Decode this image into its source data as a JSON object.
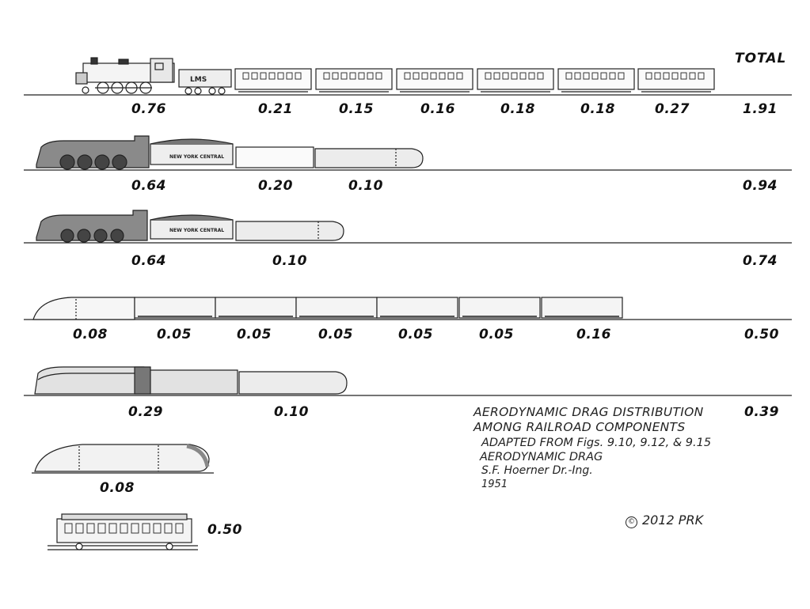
{
  "header": {
    "total_label": "TOTAL"
  },
  "rows": [
    {
      "labels": [
        "0.76",
        "0.21",
        "0.15",
        "0.16",
        "0.18",
        "0.18",
        "0.27"
      ],
      "total": "1.91"
    },
    {
      "labels": [
        "0.64",
        "0.20",
        "0.10"
      ],
      "total": "0.94"
    },
    {
      "labels": [
        "0.64",
        "0.10"
      ],
      "total": "0.74"
    },
    {
      "labels": [
        "0.08",
        "0.05",
        "0.05",
        "0.05",
        "0.05",
        "0.05",
        "0.16"
      ],
      "total": "0.50"
    },
    {
      "labels": [
        "0.29",
        "0.10"
      ],
      "total": "0.39"
    },
    {
      "labels": [
        "0.08"
      ]
    },
    {
      "labels": [
        "0.50"
      ]
    }
  ],
  "caption": {
    "line1": "AERODYNAMIC DRAG DISTRIBUTION",
    "line2": "AMONG RAILROAD COMPONENTS",
    "line3": "ADAPTED FROM Figs. 9.10, 9.12, & 9.15",
    "line4": "AERODYNAMIC DRAG",
    "line5": "S.F. Hoerner Dr.-Ing.",
    "line6": "1951"
  },
  "tender_text": {
    "lms": "LMS",
    "nyc": "NEW YORK CENTRAL"
  },
  "copyright": {
    "symbol": "©",
    "text": "2012 PRK"
  },
  "colors": {
    "ink": "#111111",
    "shade": "#d9d9d9",
    "dark_shade": "#555555"
  }
}
